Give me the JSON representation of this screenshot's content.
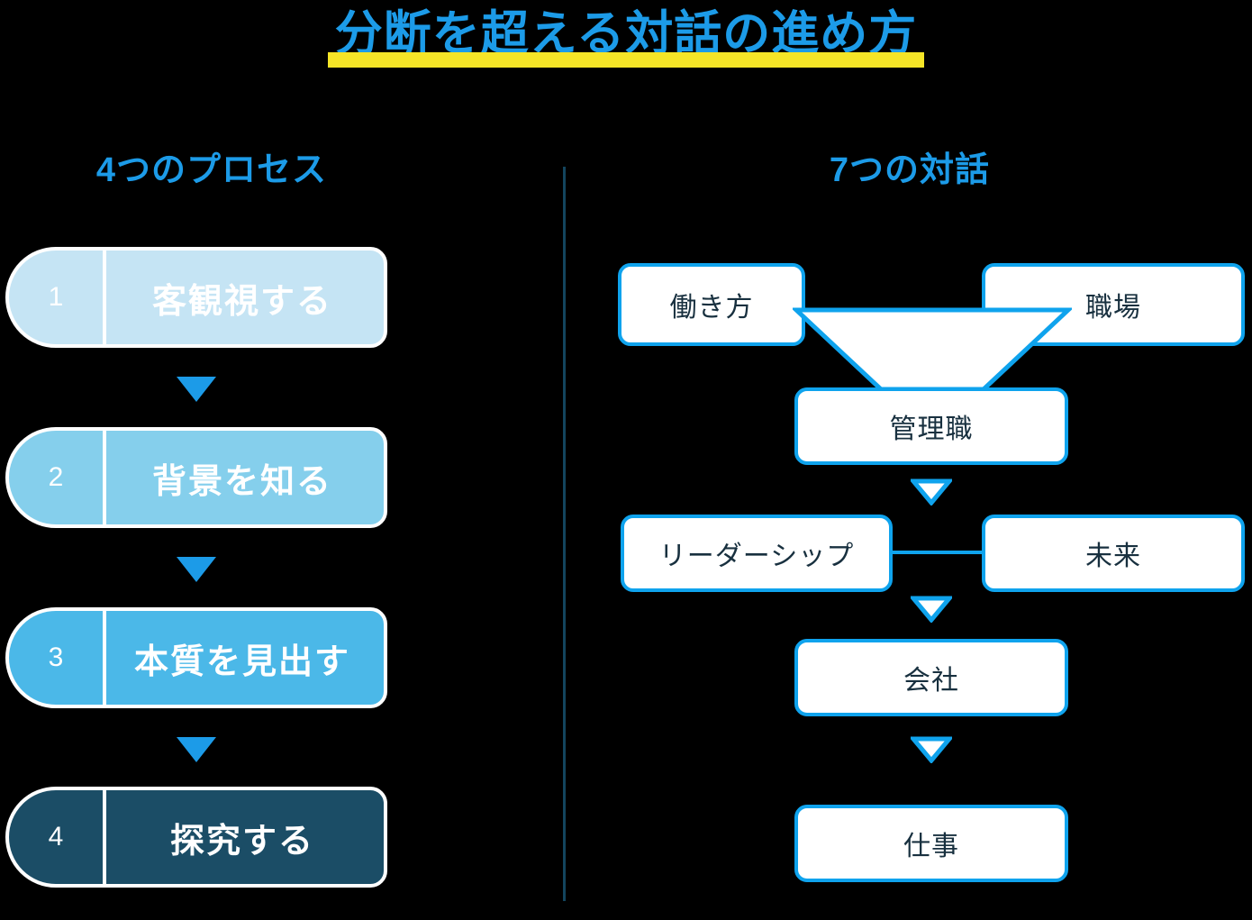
{
  "title": {
    "text": "分断を超える対話の進め方",
    "color": "#1C9BE8",
    "underline_color": "#F5E527"
  },
  "left_panel": {
    "heading": "4つのプロセス",
    "steps": [
      {
        "number": "1",
        "label": "客観視する",
        "fill": "#C5E4F4"
      },
      {
        "number": "2",
        "label": "背景を知る",
        "fill": "#85CFEC"
      },
      {
        "number": "3",
        "label": "本質を見出す",
        "fill": "#4BB8E8"
      },
      {
        "number": "4",
        "label": "探究する",
        "fill": "#1B4D66"
      }
    ],
    "arrow_color": "#1C9BE8"
  },
  "right_panel": {
    "heading": "7つの対話",
    "nodes": [
      {
        "id": "hatarakikata",
        "label": "働き方"
      },
      {
        "id": "shokuba",
        "label": "職場"
      },
      {
        "id": "kanrishoku",
        "label": "管理職"
      },
      {
        "id": "leadership",
        "label": "リーダーシップ"
      },
      {
        "id": "mirai",
        "label": "未来"
      },
      {
        "id": "kaisha",
        "label": "会社"
      },
      {
        "id": "shigoto",
        "label": "仕事"
      }
    ],
    "node_border_color": "#0FA3ED",
    "node_text_color": "#18303F",
    "node_fill": "#FFFFFF"
  },
  "divider_color": "#13455E",
  "background_color": "#000000"
}
